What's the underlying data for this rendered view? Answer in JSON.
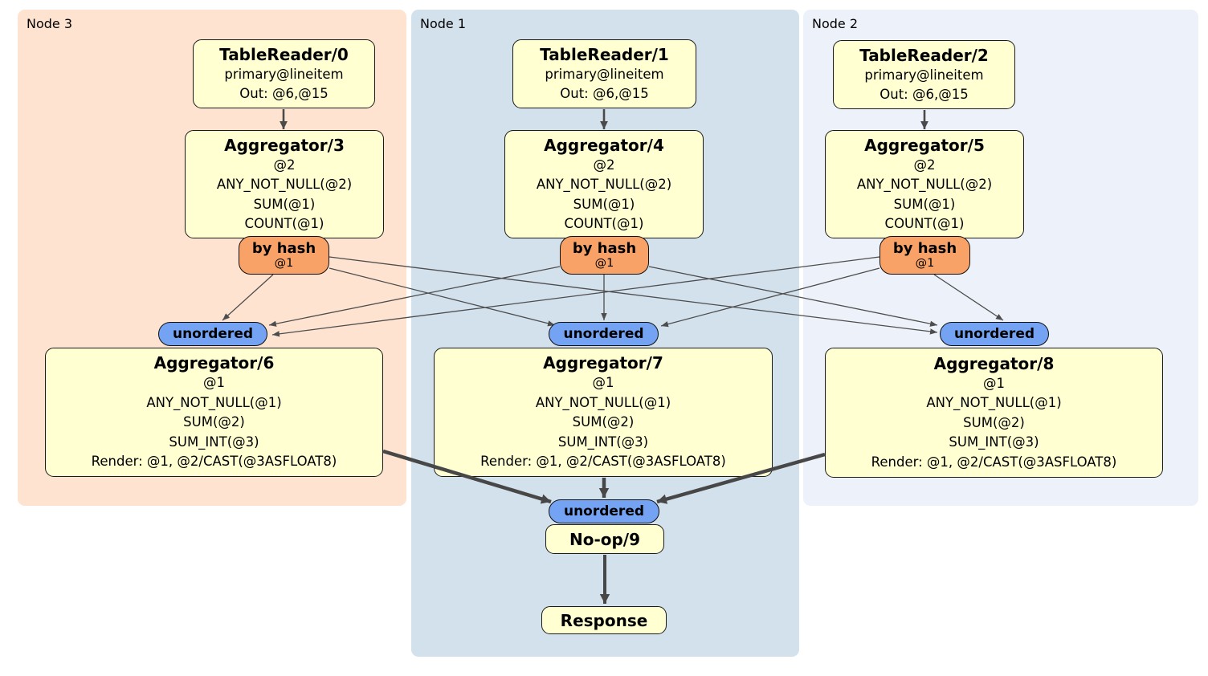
{
  "regions": [
    {
      "label": "Node 3",
      "color": "#fee3d0"
    },
    {
      "label": "Node 1",
      "color": "#d3e1ed"
    },
    {
      "label": "Node 2",
      "color": "#edf1f9"
    }
  ],
  "processors": {
    "tr0": {
      "title": "TableReader/0",
      "lines": [
        "primary@lineitem",
        "Out: @6,@15"
      ]
    },
    "tr1": {
      "title": "TableReader/1",
      "lines": [
        "primary@lineitem",
        "Out: @6,@15"
      ]
    },
    "tr2": {
      "title": "TableReader/2",
      "lines": [
        "primary@lineitem",
        "Out: @6,@15"
      ]
    },
    "agg3": {
      "title": "Aggregator/3",
      "lines": [
        "@2",
        "ANY_NOT_NULL(@2)",
        "SUM(@1)",
        "COUNT(@1)"
      ]
    },
    "agg4": {
      "title": "Aggregator/4",
      "lines": [
        "@2",
        "ANY_NOT_NULL(@2)",
        "SUM(@1)",
        "COUNT(@1)"
      ]
    },
    "agg5": {
      "title": "Aggregator/5",
      "lines": [
        "@2",
        "ANY_NOT_NULL(@2)",
        "SUM(@1)",
        "COUNT(@1)"
      ]
    },
    "agg6": {
      "title": "Aggregator/6",
      "lines": [
        "@1",
        "ANY_NOT_NULL(@1)",
        "SUM(@2)",
        "SUM_INT(@3)",
        "Render: @1, @2/CAST(@3ASFLOAT8)"
      ]
    },
    "agg7": {
      "title": "Aggregator/7",
      "lines": [
        "@1",
        "ANY_NOT_NULL(@1)",
        "SUM(@2)",
        "SUM_INT(@3)",
        "Render: @1, @2/CAST(@3ASFLOAT8)"
      ]
    },
    "agg8": {
      "title": "Aggregator/8",
      "lines": [
        "@1",
        "ANY_NOT_NULL(@1)",
        "SUM(@2)",
        "SUM_INT(@3)",
        "Render: @1, @2/CAST(@3ASFLOAT8)"
      ]
    },
    "noop": {
      "title": "No-op/9"
    },
    "response": {
      "title": "Response"
    }
  },
  "routers": {
    "left": {
      "label": "by hash",
      "detail": "@1"
    },
    "middle": {
      "label": "by hash",
      "detail": "@1"
    },
    "right": {
      "label": "by hash",
      "detail": "@1"
    }
  },
  "syncs": {
    "left": {
      "label": "unordered"
    },
    "middle": {
      "label": "unordered"
    },
    "right": {
      "label": "unordered"
    },
    "final": {
      "label": "unordered"
    }
  },
  "edges": [
    "tr0->agg3",
    "tr1->agg4",
    "tr2->agg5",
    "agg3->byhash-left",
    "agg4->byhash-middle",
    "agg5->byhash-right",
    "byhash-left->unordered-left",
    "byhash-left->unordered-middle",
    "byhash-left->unordered-right",
    "byhash-middle->unordered-left",
    "byhash-middle->unordered-middle",
    "byhash-middle->unordered-right",
    "byhash-right->unordered-left",
    "byhash-right->unordered-middle",
    "byhash-right->unordered-right",
    "unordered-left->agg6",
    "unordered-middle->agg7",
    "unordered-right->agg8",
    "agg6->unordered-final",
    "agg7->unordered-final",
    "agg8->unordered-final",
    "unordered-final->noop",
    "noop->response"
  ],
  "colors": {
    "node3_bg": "#fee3d0",
    "node1_bg": "#d3e1ed",
    "node2_bg": "#edf1f9",
    "processor_fill": "#ffffd2",
    "router_fill": "#f9a268",
    "sync_fill": "#74a3f3",
    "edge_thin": "#4d4d4d",
    "edge_thick": "#474747"
  }
}
